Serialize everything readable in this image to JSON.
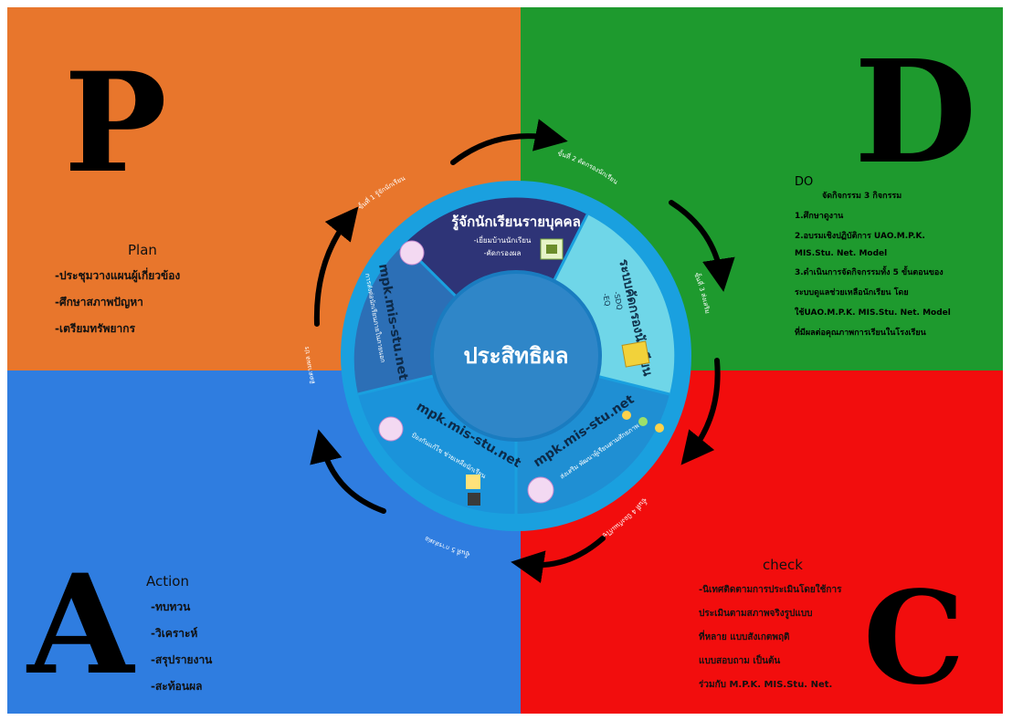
{
  "letters": {
    "p": "P",
    "d": "D",
    "a": "A",
    "c": "C"
  },
  "plan": {
    "title": "Plan",
    "items": [
      "-ประชุมวางแผนผู้เกี่ยวข้อง",
      "-ศึกษาสภาพปัญหา",
      "-เตรียมทรัพยากร"
    ]
  },
  "do": {
    "title": "DO",
    "items": [
      "จัดกิจกรรม 3 กิจกรรม",
      "1.ศึกษาดูงาน",
      "2.อบรมเชิงปฏิบัติการ UAO.M.P.K.",
      "MIS.Stu. Net. Model",
      "3.ดำเนินการจัดกิจกรรมทั้ง 5 ขั้นตอนของ",
      "ระบบดูแลช่วยเหลือนักเรียน โดย",
      "ใช้UAO.M.P.K. MIS.Stu. Net. Model",
      "ที่มีผลต่อคุณภาพการเรียนในโรงเรียน"
    ]
  },
  "action": {
    "title": "Action",
    "items": [
      "-ทบทวน",
      "-วิเคราะห์",
      "-สรุปรายงาน",
      "-สะท้อนผล"
    ]
  },
  "check": {
    "title": "check",
    "items": [
      "-นิเทศติดตามการประเมินโดยใช้การ",
      "ประเมินตามสภาพจริงรูปแบบ",
      "ที่หลาย แบบสังเกตพฤติ",
      "แบบสอบถาม เป็นต้น",
      "ร่วมกับ M.P.K. MIS.Stu. Net."
    ]
  },
  "center": {
    "label": "ประสิทธิผล"
  },
  "segments": {
    "top": {
      "title": "รู้จักนักเรียนรายบุคคล",
      "sub1": "-เยี่ยมบ้านนักเรียน",
      "sub2": "-คัดกรองผล"
    },
    "right": {
      "title": "ระบบคัดกรองนักเรียน",
      "sub1": "-SDQ",
      "sub2": "-EQ"
    },
    "lower_right": {
      "title": "mpk.mis-stu.net",
      "sub": "ส่งเสริม พัฒนาผู้เรียนตามศักยภาพ"
    },
    "lower_left": {
      "title": "mpk.mis-stu.net",
      "sub": "ป้องกันแก้ไข ช่วยเหลือนักเรียน"
    },
    "left": {
      "title": "mpk.mis-stu.net",
      "sub": "การส่งต่อนักเรียนภายในภายนอก"
    }
  },
  "ring_labels": {
    "top_left": "ขั้นที่ 1 รู้จักนักเรียน",
    "top_right": "ขั้นที่ 2 คัดกรองนักเรียน",
    "right": "ขั้นที่ 3 ส่งเสริม",
    "bottom_right": "ขั้นที่ 4 ป้องกันแก้ไข",
    "bottom": "ขั้นที่ 5 การส่งต่อ",
    "left": "ติดตามผล ประเมินผล"
  },
  "colors": {
    "plan": "#e8762c",
    "do": "#1e9a2e",
    "action": "#2f7de0",
    "check": "#f20d0d",
    "ring": "#1aa0df",
    "top_segment": "#2e3477",
    "right_segment": "#6fd6e8",
    "center": "#2f86c8"
  }
}
